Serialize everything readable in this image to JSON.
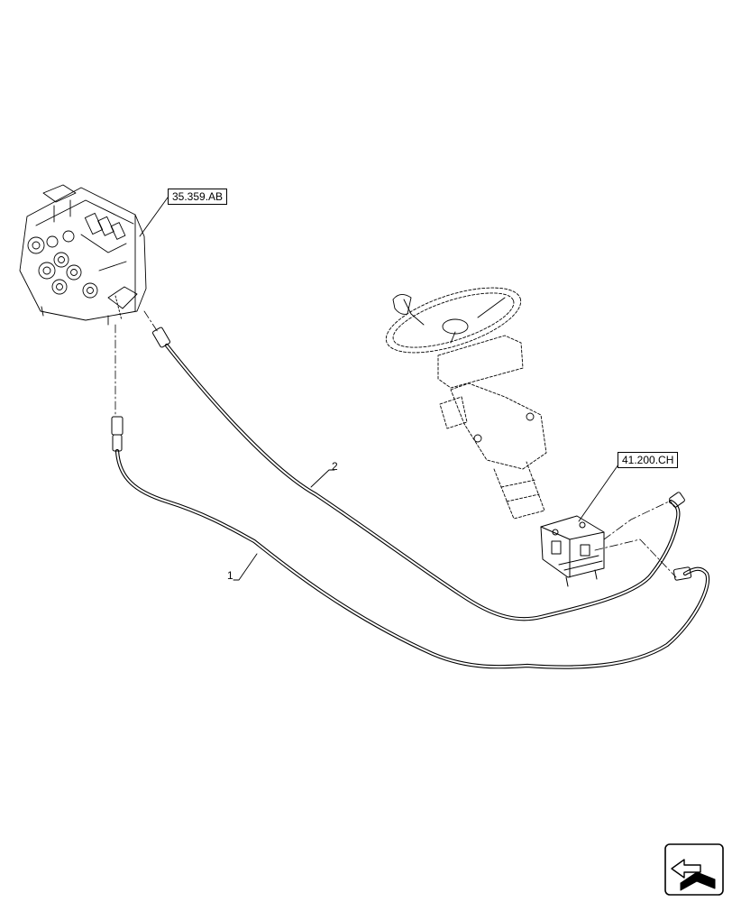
{
  "references": {
    "valve_ref": "35.359.AB",
    "steering_ref": "41.200.CH"
  },
  "items": {
    "hose_1": "1",
    "hose_2": "2"
  },
  "icons": {
    "navigation": "next-page-arrow-icon"
  }
}
